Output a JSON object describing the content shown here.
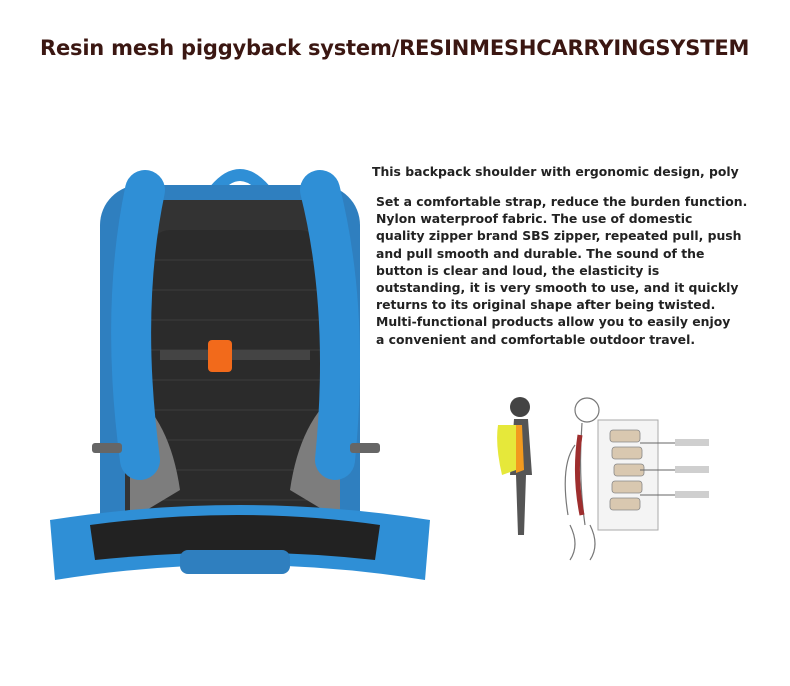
{
  "heading": "Resin mesh piggyback system/RESINMESHCARRYINGSYSTEM",
  "description": {
    "first_line": "This backpack shoulder with ergonomic design, poly",
    "lines": [
      "Set a comfortable strap, reduce the burden function.",
      "Nylon waterproof fabric. The use of domestic",
      "quality zipper brand SBS zipper, repeated pull, push",
      "and pull smooth and durable. The sound of the",
      "button is clear and loud, the elasticity is",
      "outstanding, it is very smooth to use, and it quickly",
      "returns to its original shape after being twisted.",
      "Multi-functional products allow you to easily enjoy",
      "a convenient and comfortable outdoor travel."
    ]
  },
  "colors": {
    "heading": "#3b1712",
    "pack_blue": "#2f8fd6",
    "mesh_dark": "#2b2b2b",
    "buckle_orange": "#f26a1b"
  }
}
